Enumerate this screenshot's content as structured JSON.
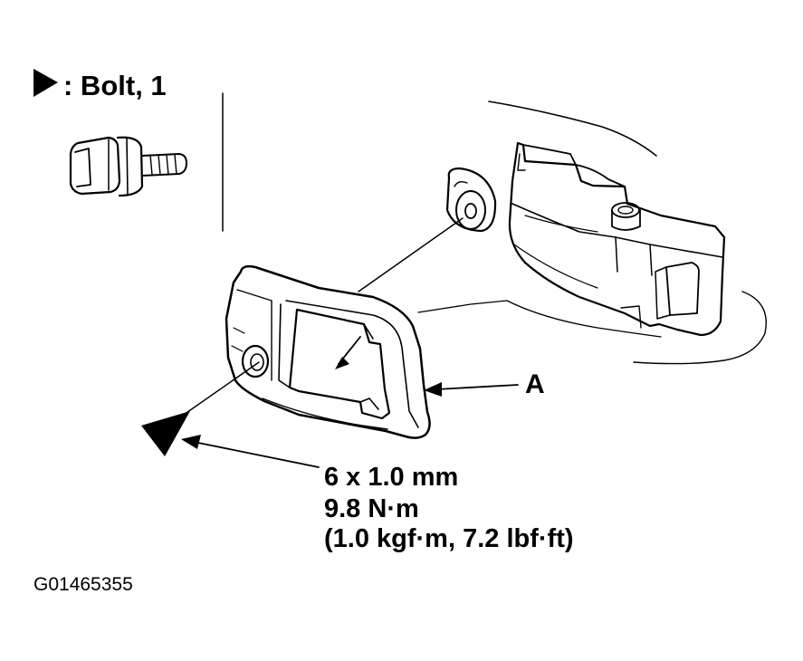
{
  "legend": {
    "icon": "triangle-marker-icon",
    "text": ": Bolt, 1"
  },
  "part_label": "A",
  "spec": {
    "size": "6 x 1.0 mm",
    "torque": "9.8 N·m",
    "alt_torque": "(1.0 kgf·m, 7.2 lbf·ft)"
  },
  "figure_id": "G01465355",
  "colors": {
    "ink": "#000000",
    "paper": "#ffffff"
  }
}
